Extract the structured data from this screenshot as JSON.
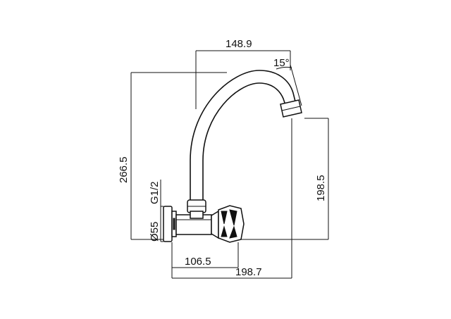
{
  "dimensions": {
    "spout_reach": "148.9",
    "spout_angle": "15°",
    "total_height": "266.5",
    "outlet_height": "198.5",
    "thread_size": "G1/2",
    "flange_diameter": "Ø55",
    "handle_reach": "106.5",
    "outlet_reach": "198.7"
  }
}
